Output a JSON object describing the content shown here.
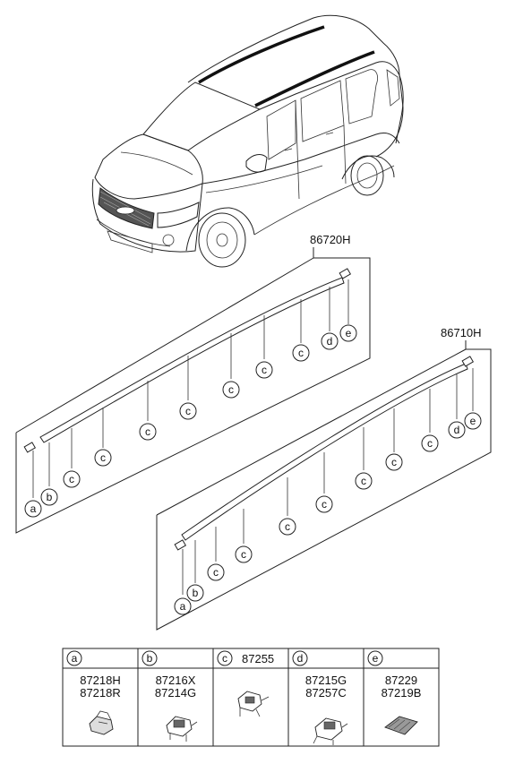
{
  "assemblies": [
    {
      "part_number": "86720H"
    },
    {
      "part_number": "86710H"
    }
  ],
  "legend": [
    {
      "key": "a",
      "parts": [
        "87218H",
        "87218R"
      ]
    },
    {
      "key": "b",
      "parts": [
        "87216X",
        "87214G"
      ]
    },
    {
      "key": "c",
      "parts": [
        "87255"
      ]
    },
    {
      "key": "d",
      "parts": [
        "87215G",
        "87257C"
      ]
    },
    {
      "key": "e",
      "parts": [
        "87229",
        "87219B"
      ]
    }
  ]
}
